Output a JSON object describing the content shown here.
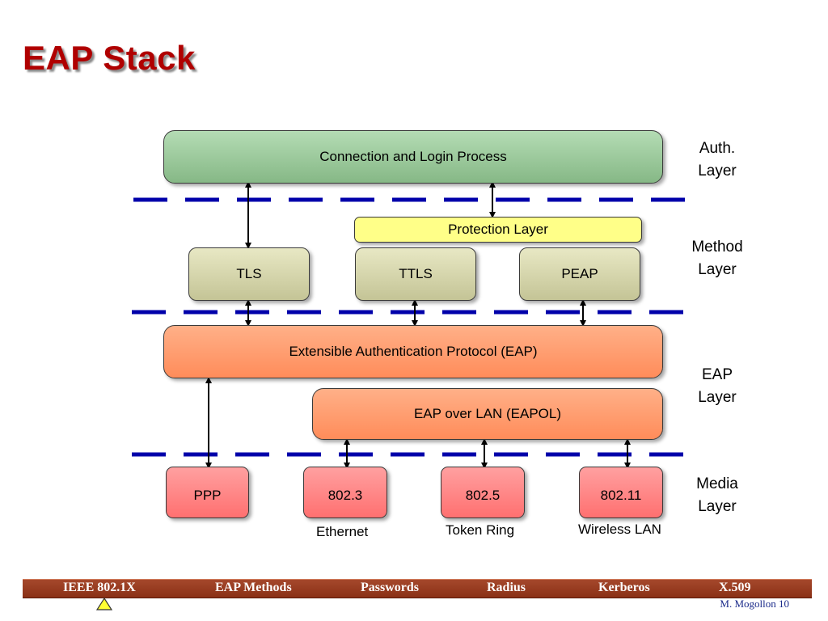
{
  "title": "EAP Stack",
  "boxes": {
    "connection": "Connection and Login Process",
    "protection": "Protection Layer",
    "tls": "TLS",
    "ttls": "TTLS",
    "peap": "PEAP",
    "eap": "Extensible Authentication Protocol (EAP)",
    "eapol": "EAP over LAN (EAPOL)",
    "ppp": "PPP",
    "ieee8023": "802.3",
    "ieee8025": "802.5",
    "ieee80211": "802.11"
  },
  "captions": {
    "ethernet": "Ethernet",
    "token_ring": "Token Ring",
    "wireless_lan": "Wireless LAN"
  },
  "layers": {
    "auth": [
      "Auth.",
      "Layer"
    ],
    "method": [
      "Method",
      "Layer"
    ],
    "eap": [
      "EAP",
      "Layer"
    ],
    "media": [
      "Media",
      "Layer"
    ]
  },
  "footer": {
    "nav": [
      "IEEE 802.1X",
      "EAP Methods",
      "Passwords",
      "Radius",
      "Kerberos",
      "X.509"
    ],
    "author": "M. Mogollon 10"
  },
  "colors": {
    "title": "#b00000",
    "auth_box": "#9ccc9c",
    "protection_box": "#ffff88",
    "method_box": "#d4d4a8",
    "eap_box": "#ff9966",
    "media_box": "#ff8080",
    "dashed_line": "#0000aa",
    "footer_bar": "#9a3c22"
  }
}
